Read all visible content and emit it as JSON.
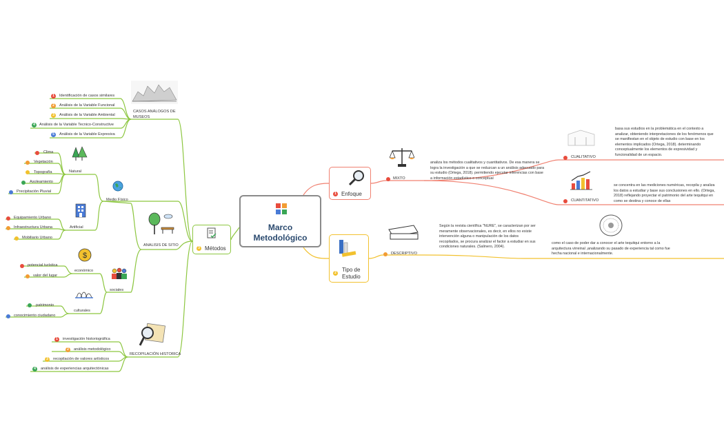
{
  "colors": {
    "red": "#e84c3d",
    "orange": "#f29c33",
    "yellow": "#f2c12e",
    "green": "#3aa655",
    "blue": "#4a7bd6",
    "green_line": "#8cc63f",
    "red_line": "#f08070",
    "yellow_line": "#f2c12e"
  },
  "central": {
    "title": "Marco Metodológico"
  },
  "metodos": {
    "num": "3",
    "label": "Métodos"
  },
  "enfoque": {
    "num": "1",
    "label": "Enfoque"
  },
  "tipo": {
    "num": "2",
    "label": "Tipo de Estudio"
  },
  "casos": {
    "label": "CASOS ANÁLOGOS  DE MUSEOS",
    "items": [
      {
        "num": "1",
        "text": "Identificación de casos similares"
      },
      {
        "num": "2",
        "text": "Análisis de la Variable Funcional"
      },
      {
        "num": "3",
        "text": "Análisis de la Variable Ambiental"
      },
      {
        "num": "4",
        "text": "Análisis de la Variable Tecnico-Constructive"
      },
      {
        "num": "5",
        "text": "Análisis de la Variable Expresiva"
      }
    ]
  },
  "sitio": {
    "label": "ANALISIS DE SITIO",
    "medio_fisico": "Medio Físico",
    "natural": {
      "label": "Natural",
      "items": [
        "Clima",
        "Vegetación",
        "Topografía",
        "Asoleamiento",
        "Precipitación Pluvial"
      ]
    },
    "artificial": {
      "label": "Artificial",
      "items": [
        "Equipamiento Urbano",
        "Infraestructura Urbana",
        "Mobiliario Urbano"
      ]
    },
    "sociales": "sociales",
    "economico": {
      "label": "económico",
      "items": [
        "potencial turística",
        "valor del lugar"
      ]
    },
    "culturales": {
      "label": "culturales",
      "items": [
        "patrimonio",
        "conocimiento ciudadano"
      ]
    }
  },
  "recopilacion": {
    "label": "RECOPILACIÓN HISTORICA",
    "items": [
      {
        "num": "1",
        "text": "investigación historiográfica"
      },
      {
        "num": "2",
        "text": "análisis metodológico"
      },
      {
        "num": "3",
        "text": "recopilación de valores artísticos"
      },
      {
        "num": "4",
        "text": "análisis de experiencias arquitectónicas"
      }
    ]
  },
  "mixto": {
    "label": "MIXTO",
    "text": "analiza los métodos cualitativos y cuantitativos. De esa manera se logra la investigación  a que se reduzcan a un análisis adecuado para su estudio (Ortega, 2018). permitiendo ejecutar inferencias con base a información   estadístico o conceptual"
  },
  "cualitativo": {
    "label": "CUALITATIVO",
    "text": " basa sus estudios en la problemática en el contexto a analizar, obteniendo interpretaciones de los fenómenos que se manifiestan en el objeto de estudio con base en los elementos implicados (Ortega, 2018). determinando conceptualmente los elementos de expresividad y funcionalidad de un espacio."
  },
  "cuantitativo": {
    "label": "CUANTITATIVO",
    "text": "se concentra en las mediciones numéricas, recopila y analiza los datos a estudiar y base sus conclusiones en ello. (Ortega, 2018) reflejando  proyectar el patrimonio del arte tequitqui  en como se destina y conoce de ellas"
  },
  "descriptivo": {
    "label": "DESCRIPTIVO",
    "text": "Según la revista científica \"NURE\",  se caracterizan por ser meramente observacionales, es decir, en ellos no existe intervención alguna o manipulación de los datos recopilados, se procura analizar el factor a estudiar en sus condiciones naturales. (Salinero, 2004).",
    "text2": "como el caso de poder  dar a conocer el arte tequitqui entorno a la arquitectura virreinal ,analizando su pasado de experiencia tal como fue hecha nacional e internacionalmente."
  }
}
